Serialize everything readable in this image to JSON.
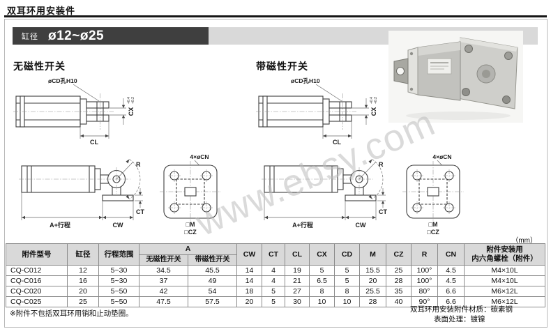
{
  "page": {
    "title": "双耳环用安装件",
    "unit": "（mm）",
    "watermark": "www.ebsy.com",
    "note_left": "※附件不包括双耳环用销和止动垫圈。",
    "note_right_line1": "双耳环用安装附件材质：碳素钢",
    "note_right_line2": "表面处理：镀镍"
  },
  "banner": {
    "label": "缸径",
    "range": "ø12~ø25"
  },
  "sections": {
    "left": "无磁性开关",
    "right": "带磁性开关"
  },
  "drawing_labels": {
    "cd_hole": "øCD孔H10",
    "cx": "CX",
    "cx_tol_upper": "+0.4",
    "cx_tol_lower": "+0.2",
    "cl": "CL",
    "r": "R",
    "ct": "CT",
    "cw": "CW",
    "a_stroke": "A+行程",
    "cn": "4×øCN",
    "m": "□M",
    "cz": "□CZ"
  },
  "table": {
    "headers": {
      "model": "附件型号",
      "bore": "缸径",
      "stroke": "行程范围",
      "a": "A",
      "a_no_switch": "无磁性开关",
      "a_with_switch": "带磁性开关",
      "cw": "CW",
      "ct": "CT",
      "cl": "CL",
      "cx": "CX",
      "cd": "CD",
      "m": "M",
      "cz": "CZ",
      "r": "R",
      "cn": "CN",
      "bolt_line1": "附件安装用",
      "bolt_line2": "内六角螺栓（附件）"
    },
    "rows": [
      [
        "CQ-C012",
        "12",
        "5~30",
        "34.5",
        "45.5",
        "14",
        "4",
        "19",
        "5",
        "5",
        "15.5",
        "25",
        "100°",
        "4.5",
        "M4×10L"
      ],
      [
        "CQ-C016",
        "16",
        "5~30",
        "37",
        "49",
        "14",
        "4",
        "21",
        "6.5",
        "5",
        "20",
        "28",
        "100°",
        "4.5",
        "M4×10L"
      ],
      [
        "CQ-C020",
        "20",
        "5~50",
        "42",
        "54",
        "18",
        "5",
        "27",
        "8",
        "8",
        "25.5",
        "35",
        "80°",
        "6.6",
        "M6×12L"
      ],
      [
        "CQ-C025",
        "25",
        "5~50",
        "47.5",
        "57.5",
        "20",
        "5",
        "30",
        "10",
        "10",
        "28",
        "40",
        "90°",
        "6.6",
        "M6×12L"
      ]
    ]
  }
}
